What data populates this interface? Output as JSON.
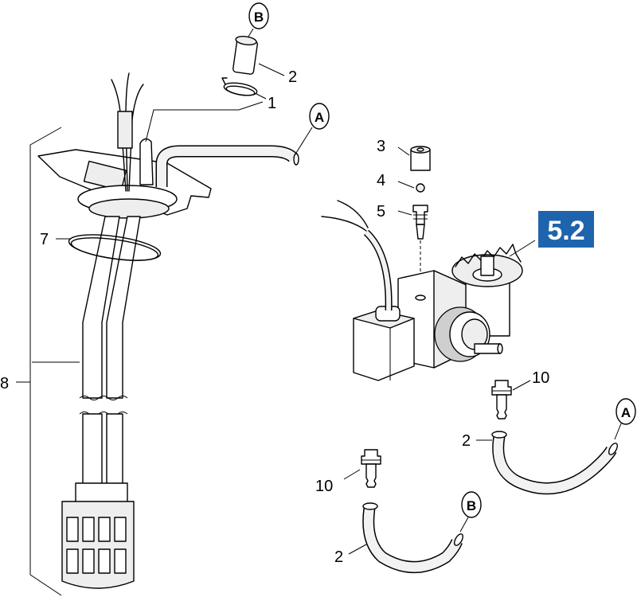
{
  "callouts": {
    "c1": "1",
    "c2_top": "2",
    "c2_right": "2",
    "c2_bottom": "2",
    "c3": "3",
    "c4": "4",
    "c5": "5",
    "c7": "7",
    "c8": "8",
    "c10_right": "10",
    "c10_left": "10"
  },
  "connectors": {
    "b_top": "B",
    "a_top": "A",
    "a_right": "A",
    "b_bottom": "B"
  },
  "badge": {
    "text": "5.2",
    "color": "#1e64ac"
  }
}
